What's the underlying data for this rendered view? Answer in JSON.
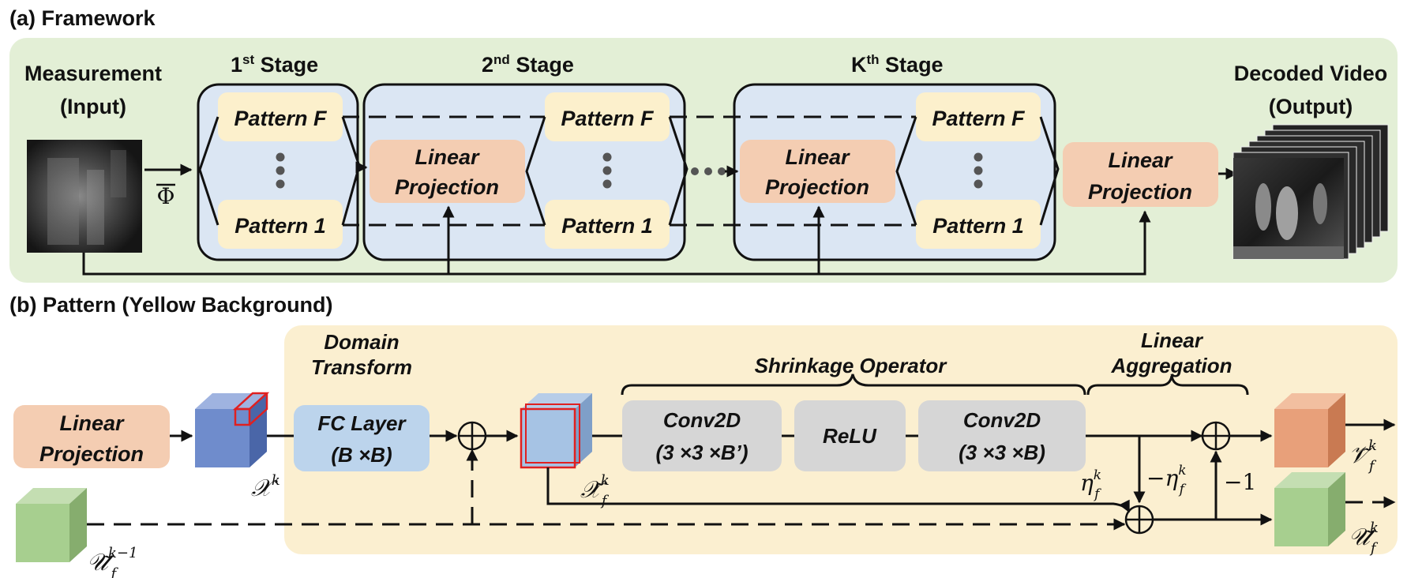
{
  "section_a": {
    "title": "(a) Framework"
  },
  "section_b": {
    "title": "(b) Pattern (Yellow Background)"
  },
  "input": {
    "line1": "Measurement",
    "line2": "(Input)",
    "phi": "Φ"
  },
  "output": {
    "line1": "Decoded Video",
    "line2": "(Output)"
  },
  "stages": {
    "first": {
      "title": "1",
      "sup": "st",
      "rest": " Stage"
    },
    "second": {
      "title": "2",
      "sup": "nd",
      "rest": " Stage"
    },
    "kth": {
      "title": "K",
      "sup": "th",
      "rest": " Stage"
    }
  },
  "labels": {
    "pattern_f": "Pattern F",
    "pattern_1": "Pattern 1",
    "linear": "Linear",
    "projection": "Projection",
    "ellipsis": "⋮"
  },
  "pattern_detail": {
    "domain_transform": [
      "Domain",
      "Transform"
    ],
    "shrinkage": "Shrinkage Operator",
    "linear_aggregation": [
      "Linear",
      "Aggregation"
    ],
    "fc_layer": [
      "FC Layer",
      "(B ×B)"
    ],
    "conv1": [
      "Conv2D",
      "(3 ×3 ×B’)"
    ],
    "relu": "ReLU",
    "conv2": [
      "Conv2D",
      "(3 ×3 ×B)"
    ],
    "plus": "⊕",
    "minus_one": "−1"
  },
  "math": {
    "x_k": {
      "base": "𝒳",
      "sup": "k"
    },
    "x_tilde": {
      "base": "𝒳̃",
      "sub": "f",
      "sup": "k"
    },
    "u_prev": {
      "base": "𝒰̃",
      "sub": "f",
      "sup": "k−1"
    },
    "v_out": {
      "base": "𝒱̃",
      "sub": "f",
      "sup": "k"
    },
    "u_out": {
      "base": "𝒰̃",
      "sub": "f",
      "sup": "k"
    },
    "eta": {
      "base": "η",
      "sub": "f",
      "sup": "k"
    },
    "neg_eta": {
      "base": "−η",
      "sub": "f",
      "sup": "k"
    }
  },
  "colors": {
    "green_panel": "#e3efd6",
    "yellow_panel": "#fbefd0",
    "stage_box": "#dbe6f3",
    "pattern_box": "#fcf0cc",
    "linear_box": "#f4cdb2",
    "fc_box": "#bcd4ec",
    "gray_box": "#d6d6d6",
    "cube_blue": "#6f8ccc",
    "cube_orange": "#e8a07a",
    "cube_green": "#a7cf8f",
    "cube_red_edge": "#e02020"
  }
}
